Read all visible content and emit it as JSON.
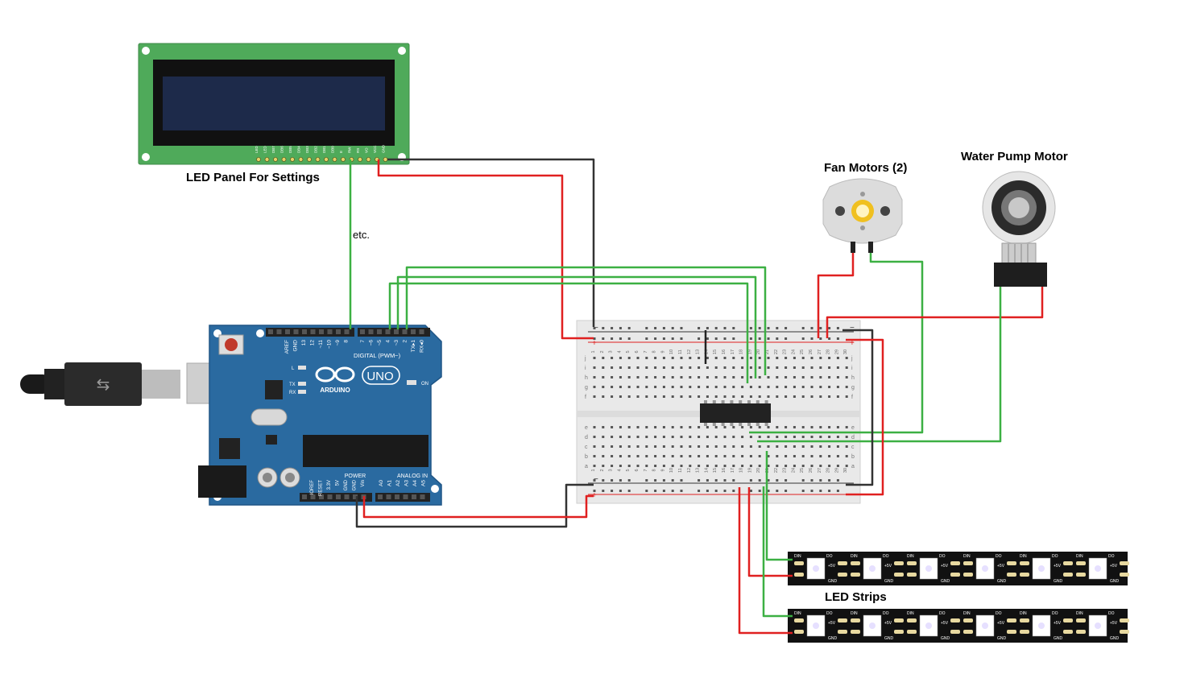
{
  "labels": {
    "lcd": "LED Panel For Settings",
    "etc": "etc.",
    "fan": "Fan Motors (2)",
    "pump": "Water Pump Motor",
    "strips": "LED Strips"
  },
  "arduino": {
    "brand": "ARDUINO",
    "model": "UNO",
    "digital": "DIGITAL (PWM~)",
    "analog": "ANALOG IN",
    "power": "POWER",
    "on": "ON",
    "l": "L",
    "tx": "TX",
    "rx": "RX",
    "digital_pins": [
      "AREF",
      "GND",
      "13",
      "12",
      "~11",
      "~10",
      "~9",
      "8",
      "7",
      "~6",
      "~5",
      "4",
      "~3",
      "2",
      "TX▸1",
      "RX◂0"
    ],
    "power_pins": [
      "IOREF",
      "RESET",
      "3.3V",
      "5V",
      "GND",
      "GND",
      "Vin"
    ],
    "analog_pins": [
      "A0",
      "A1",
      "A2",
      "A3",
      "A4",
      "A5"
    ]
  },
  "lcd": {
    "pins": [
      "LED",
      "LED",
      "DB7",
      "DB6",
      "DB5",
      "DB4",
      "DB3",
      "DB2",
      "DB1",
      "DB0",
      "E",
      "RW",
      "RS",
      "VO",
      "VCC",
      "GND"
    ]
  },
  "breadboard": {
    "rail_minus": "−",
    "rail_plus": "+",
    "rows_top": [
      "j",
      "i",
      "h",
      "g",
      "f"
    ],
    "rows_bottom": [
      "e",
      "d",
      "c",
      "b",
      "a"
    ]
  },
  "led_strip": {
    "din": "DIN",
    "dout": "DO",
    "v5": "+5V",
    "gnd": "GND"
  },
  "colors": {
    "wire_red": "#e02020",
    "wire_black": "#333333",
    "wire_green": "#3cb043",
    "arduino_blue": "#2a6aa0",
    "lcd_green": "#4faa5a",
    "lcd_screen": "#1d2a4a"
  }
}
